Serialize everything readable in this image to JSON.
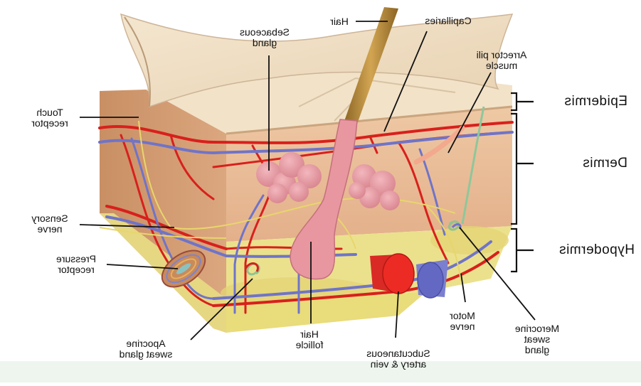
{
  "labels": {
    "hair": "Hair",
    "capillaries": "Capillaries",
    "sebaceous_gland": "Sebaceous\ngland",
    "arrector_pili_muscle": "Arrector pili\nmuscle",
    "touch_receptor": "Touch\nreceptor",
    "sensory_nerve": "Sensory\nnerve",
    "pressure_receptor": "Pressure\nreceptor",
    "apocrine_sweat_gland": "Apocrine\nsweat gland",
    "hair_follicle": "Hair\nfollicle",
    "subcutaneous_artery_vein": "Subcutaneous\nartery & vein",
    "motor_nerve": "Motor\nnerve",
    "merocrine_sweat_gland": "Merocrine\nsweat\ngland"
  },
  "layers": {
    "epidermis": "Epidermis",
    "dermis": "Dermis",
    "hypodermis": "Hypodermis"
  },
  "colors": {
    "artery": "#d8201c",
    "vein": "#6f74c8",
    "nerve": "#e6d66a",
    "dermis": "#e7b98f",
    "hypodermis": "#e9df86",
    "epidermis": "#f1dfc4",
    "follicle": "#e79aa2",
    "hair": "#b98a3a"
  }
}
